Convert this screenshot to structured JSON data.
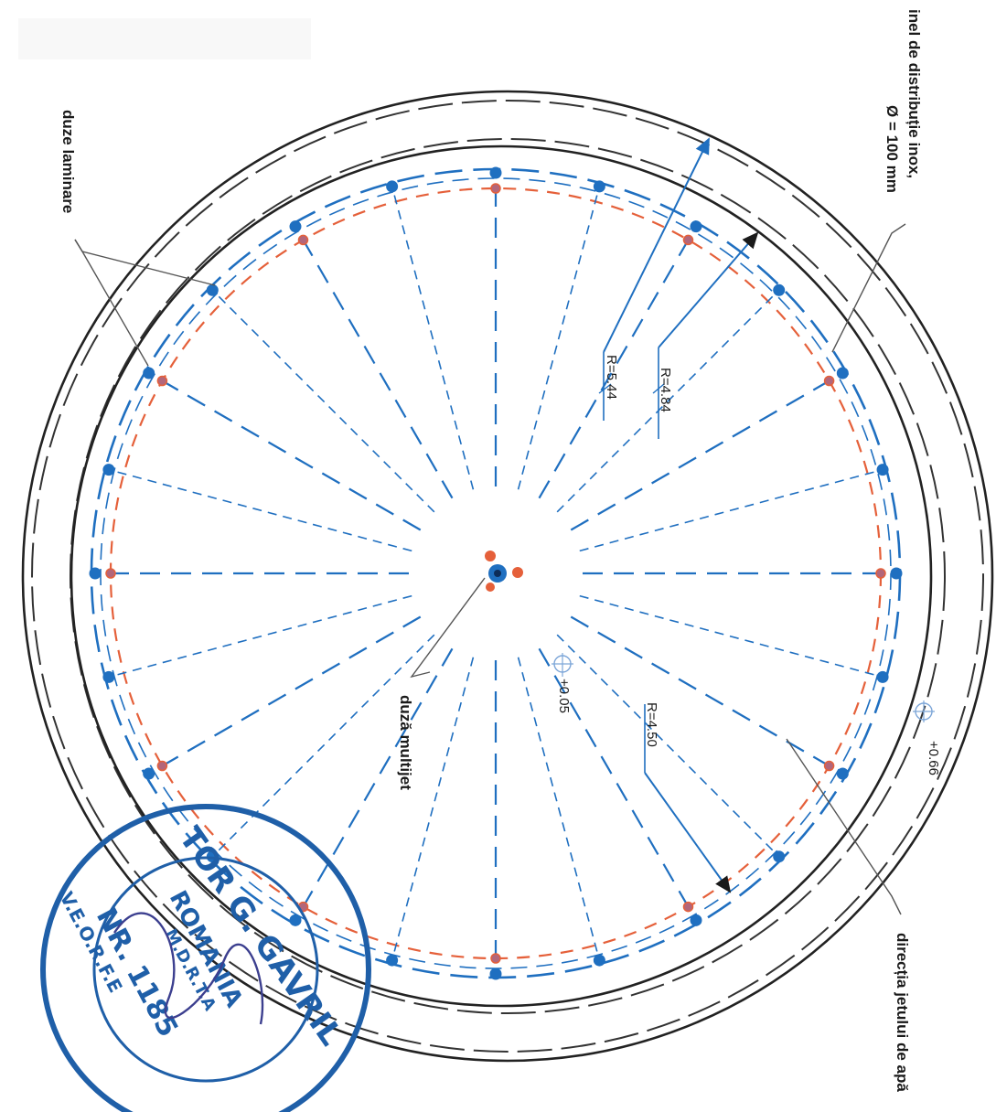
{
  "labels": {
    "ring": "inel de distribuție inox,",
    "ring_diameter": "Ø = 100 mm",
    "laminar": "duze laminare",
    "multijet": "duză multijet",
    "jet_direction": "direcția jetului de apă"
  },
  "dimensions": {
    "r544": "R=5.44",
    "r484": "R=4.84",
    "r450": "R=4.50",
    "offset_inner": "+0.05",
    "offset_outer": "+0.66"
  },
  "seal": {
    "text_top": "TOR G. GAVRIL",
    "country": "ROMANIA",
    "authority": "M.D.R.T.A",
    "number": "NR. 1185",
    "code": "V.E.O.R.F.E"
  },
  "colors": {
    "blue": "#1f6fc0",
    "orange": "#e5603a",
    "dark": "#1a1a1a",
    "seal": "#1f5fa8"
  },
  "nozzle_count": 24
}
